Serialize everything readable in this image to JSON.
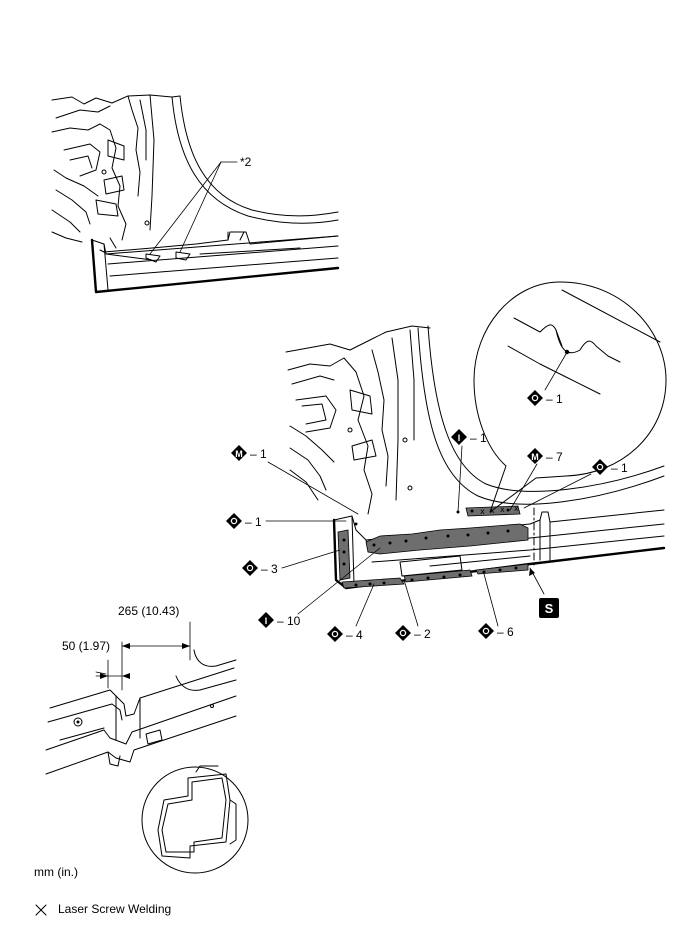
{
  "callouts": {
    "star2": "*2",
    "m1": "1",
    "o1_left": "1",
    "o3": "3",
    "i10": "10",
    "o4": "4",
    "o2": "2",
    "o6": "6",
    "i1": "1",
    "m7": "7",
    "o1_right": "1",
    "o1_bubble": "1"
  },
  "symbols": {
    "o": "O",
    "m": "M",
    "i": "I",
    "dash": "–",
    "s": "S"
  },
  "dimensions": {
    "long": "265 (10.43)",
    "short": "50 (1.97)"
  },
  "units": "mm (in.)",
  "legend": {
    "symbol": "✕",
    "label": "Laser Screw Welding"
  }
}
